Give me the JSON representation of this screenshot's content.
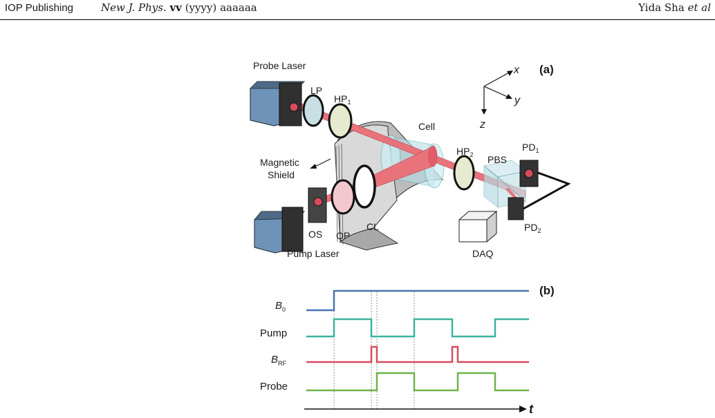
{
  "header": {
    "publisher": "IOP Publishing",
    "journal": "New J. Phys.",
    "volume": "vv",
    "year": "(yyyy)",
    "article": "aaaaaa",
    "authors": "Yida Sha",
    "et_al": "et al"
  },
  "panel_a": {
    "tag": "(a)",
    "labels": {
      "probe_laser": "Probe Laser",
      "lp": "LP",
      "hp1": "HP",
      "hp1_sub": "1",
      "cell": "Cell",
      "magnetic": "Magnetic",
      "shield": "Shield",
      "hp2": "HP",
      "hp2_sub": "2",
      "pbs": "PBS",
      "pd1": "PD",
      "pd1_sub": "1",
      "pd2": "PD",
      "pd2_sub": "2",
      "cl": "CL",
      "qp": "QP",
      "os": "OS",
      "pump_laser": "Pump Laser",
      "daq": "DAQ"
    },
    "axes": {
      "x": "x",
      "y": "y",
      "z": "z"
    }
  },
  "panel_b": {
    "tag": "(b)",
    "labels": {
      "b0": "B",
      "b0_sub": "0",
      "pump": "Pump",
      "brf": "B",
      "brf_sub": "RF",
      "probe": "Probe",
      "t": "t"
    }
  },
  "colors": {
    "b0": "#4a72b0",
    "pump": "#3bb39e",
    "brf": "#d94a5f",
    "probe": "#6db34a",
    "laser_body": "#6f93b8",
    "beam": "#e8737b"
  }
}
